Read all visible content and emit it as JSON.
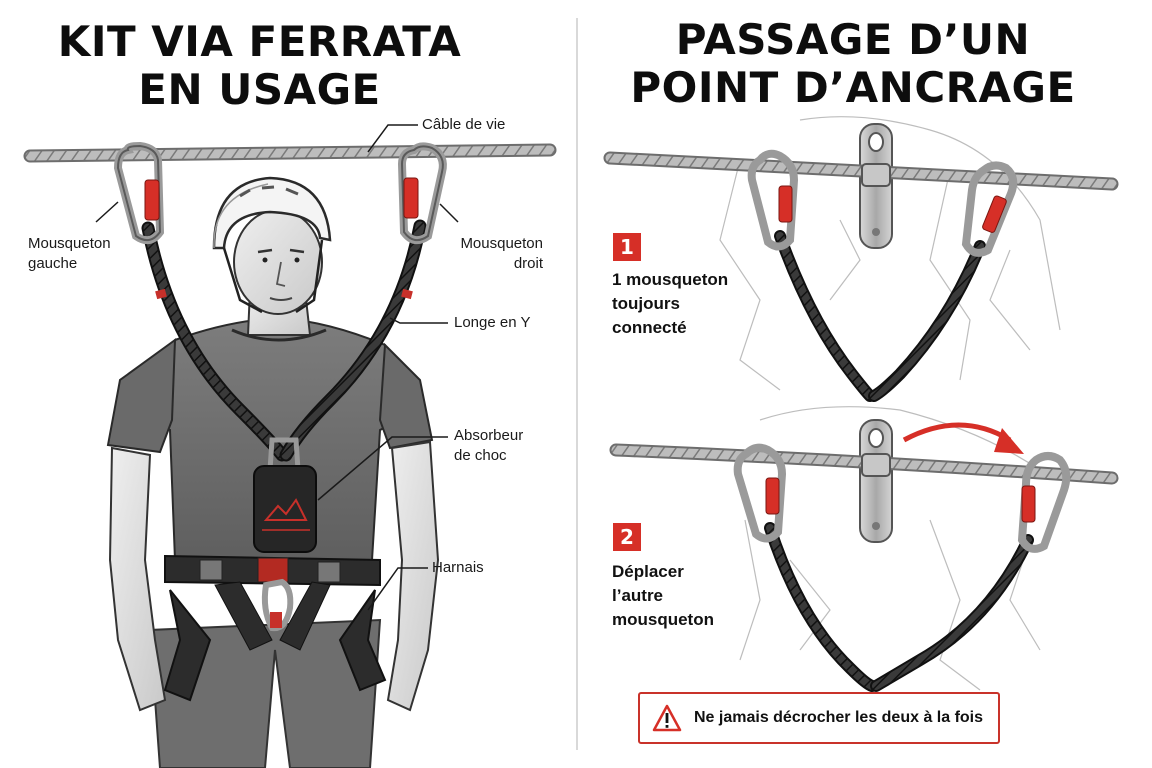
{
  "left_panel": {
    "title_line1": "KIT VIA FERRATA",
    "title_line2": "EN USAGE",
    "labels": {
      "cable": "Câble de vie",
      "left_carabiner_1": "Mousqueton",
      "left_carabiner_2": "gauche",
      "right_carabiner_1": "Mousqueton",
      "right_carabiner_2": "droit",
      "lanyard": "Longe en Y",
      "absorber_1": "Absorbeur",
      "absorber_2": "de choc",
      "harness": "Harnais"
    }
  },
  "right_panel": {
    "title_line1": "PASSAGE D’UN",
    "title_line2": "POINT D’ANCRAGE",
    "steps": [
      {
        "number": "1",
        "line1": "1 mousqueton",
        "line2": "toujours",
        "line3": "connecté"
      },
      {
        "number": "2",
        "line1": "Déplacer",
        "line2": "l’autre",
        "line3": "mousqueton"
      }
    ],
    "warning": "Ne jamais décrocher les deux à la fois"
  },
  "colors": {
    "accent_red": "#d62f27",
    "cable_gray": "#8a8a8a",
    "lanyard_dark": "#2b2b2b"
  },
  "icons": [
    "warning-triangle-icon",
    "curved-arrow-icon"
  ]
}
